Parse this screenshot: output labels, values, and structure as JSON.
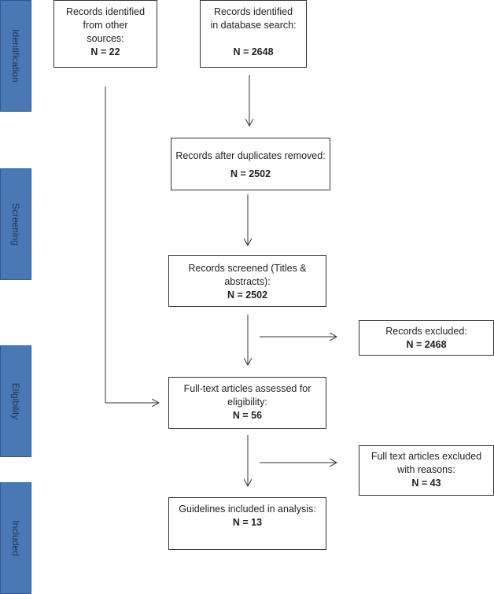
{
  "phases": [
    "Identification",
    "Screening",
    "Eligibility",
    "Included"
  ],
  "boxes": {
    "other_sources": {
      "line1": "Records identified",
      "line2": "from other",
      "line3": "sources:",
      "n": "N = 22"
    },
    "database": {
      "line1": "Records identified",
      "line2": "in database search:",
      "n": "N = 2648"
    },
    "duplicates": {
      "line1": "Records after duplicates removed:",
      "n": "N = 2502"
    },
    "screened": {
      "line1": "Records screened (Titles &",
      "line2": "abstracts):",
      "n": "N = 2502"
    },
    "excluded": {
      "line1": "Records excluded:",
      "n": "N = 2468"
    },
    "fulltext": {
      "line1": "Full-text articles assessed for",
      "line2": "eligibility:",
      "n": "N = 56"
    },
    "fulltext_excluded": {
      "line1": "Full text articles excluded",
      "line2": "with reasons:",
      "n": "N = 43"
    },
    "included": {
      "line1": "Guidelines included in analysis:",
      "n": "N = 13"
    }
  }
}
